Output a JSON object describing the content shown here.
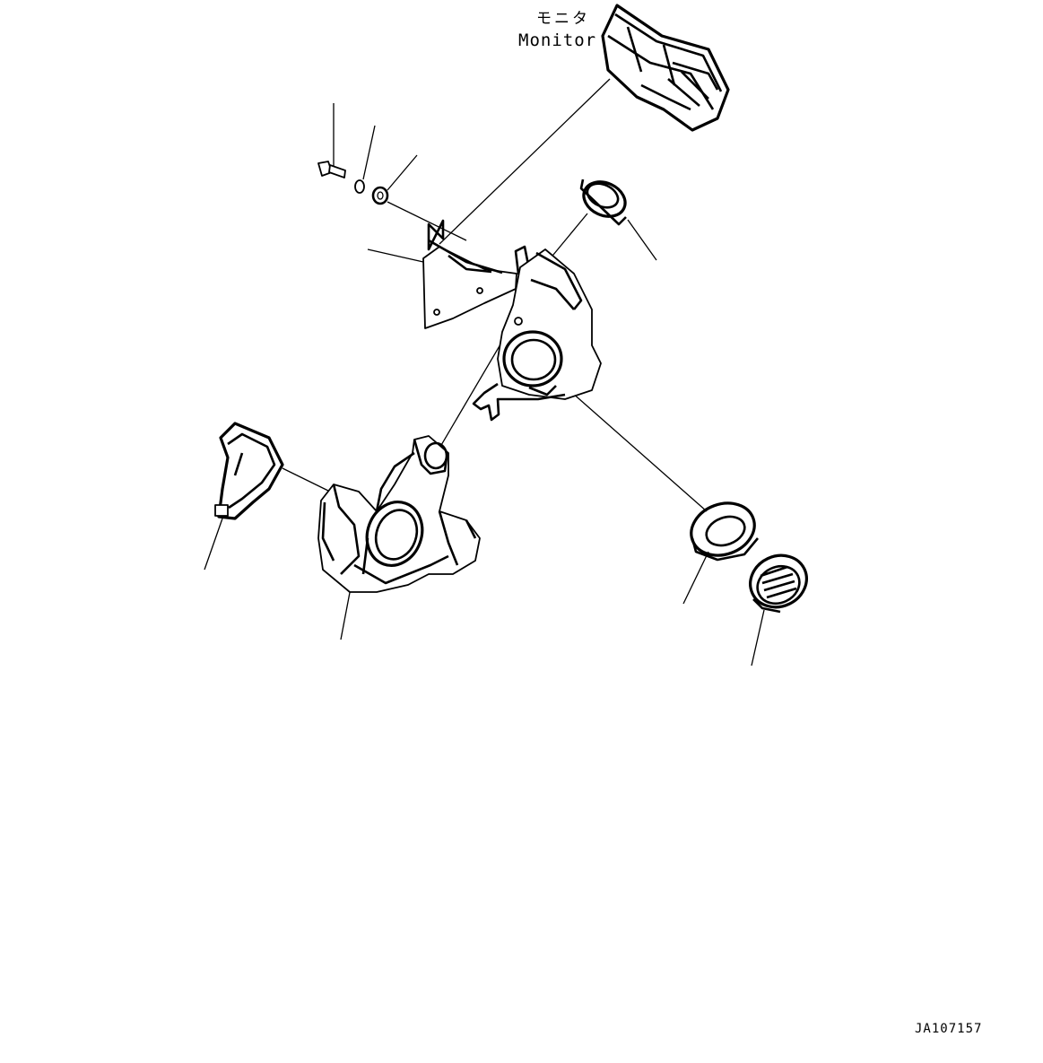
{
  "labels": {
    "monitor_jp": "モニタ",
    "monitor_en": "Monitor",
    "drawing_code": "JA107157"
  },
  "icons": {
    "monitor": "monitor-unit-drawing",
    "bolt": "bolt-drawing",
    "washer": "washer-drawing",
    "bracket": "mounting-bracket-drawing",
    "upper_housing": "upper-housing-drawing",
    "lower_housing": "lower-housing-drawing",
    "ring_top": "ring-drawing",
    "ring_bottom": "ring-drawing",
    "cap": "grille-cap-drawing",
    "clip": "clip-drawing"
  }
}
